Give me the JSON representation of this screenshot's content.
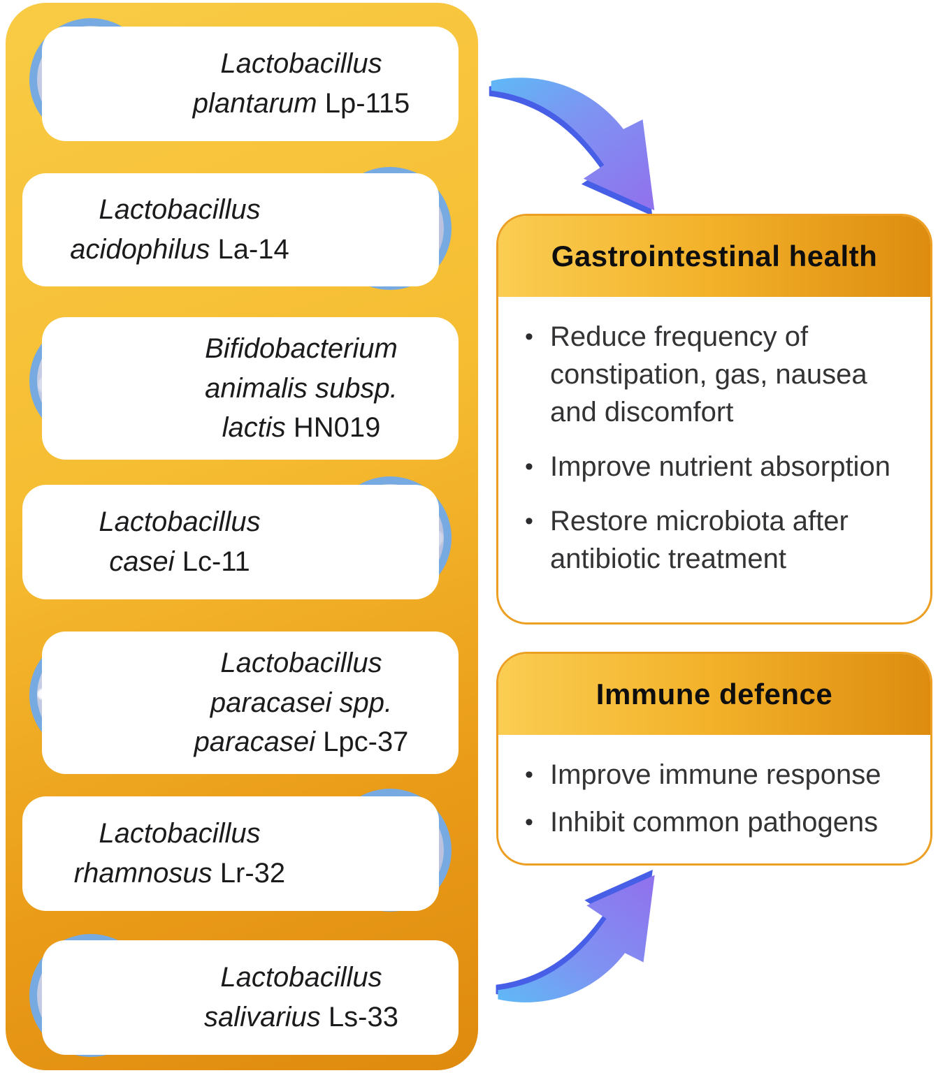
{
  "diagram": {
    "strains": [
      {
        "species": "Lactobacillus plantarum",
        "code": "Lp-115"
      },
      {
        "species": "Lactobacillus acidophilus",
        "code": "La-14"
      },
      {
        "species": "Bifidobacterium animalis subsp. lactis",
        "code": "HN019"
      },
      {
        "species": "Lactobacillus casei",
        "code": "Lc-11"
      },
      {
        "species": "Lactobacillus paracasei spp. paracasei",
        "code": "Lpc-37"
      },
      {
        "species": "Lactobacillus rhamnosus",
        "code": "Lr-32"
      },
      {
        "species": "Lactobacillus salivarius",
        "code": "Ls-33"
      }
    ],
    "benefits": [
      {
        "title": "Gastrointestinal health",
        "bullets": [
          "Reduce frequency of constipation, gas, nausea and discomfort",
          "Improve nutrient absorption",
          "Restore microbiota after antibiotic treatment"
        ]
      },
      {
        "title": "Immune defence",
        "bullets": [
          "Improve immune response",
          "Inhibit common pathogens"
        ]
      }
    ],
    "icons": {
      "bullet_char": "•",
      "arrow_top": "curved-arrow-down-right",
      "arrow_bottom": "curved-arrow-up-right",
      "strain_photo": "bacteria-micrograph"
    },
    "colors": {
      "panel_top": "#F9CB45",
      "panel_bottom": "#DE8A0E",
      "header_left": "#FACD52",
      "header_right": "#DD8C0F",
      "card_border": "#EC9F23",
      "arrow_blue": "#5FB5F4",
      "arrow_purple": "#8F78EE",
      "arrow_edge": "#3D55E6",
      "photo_ring": "#77AAE1",
      "photo_fill": "#C2C9E3"
    }
  }
}
